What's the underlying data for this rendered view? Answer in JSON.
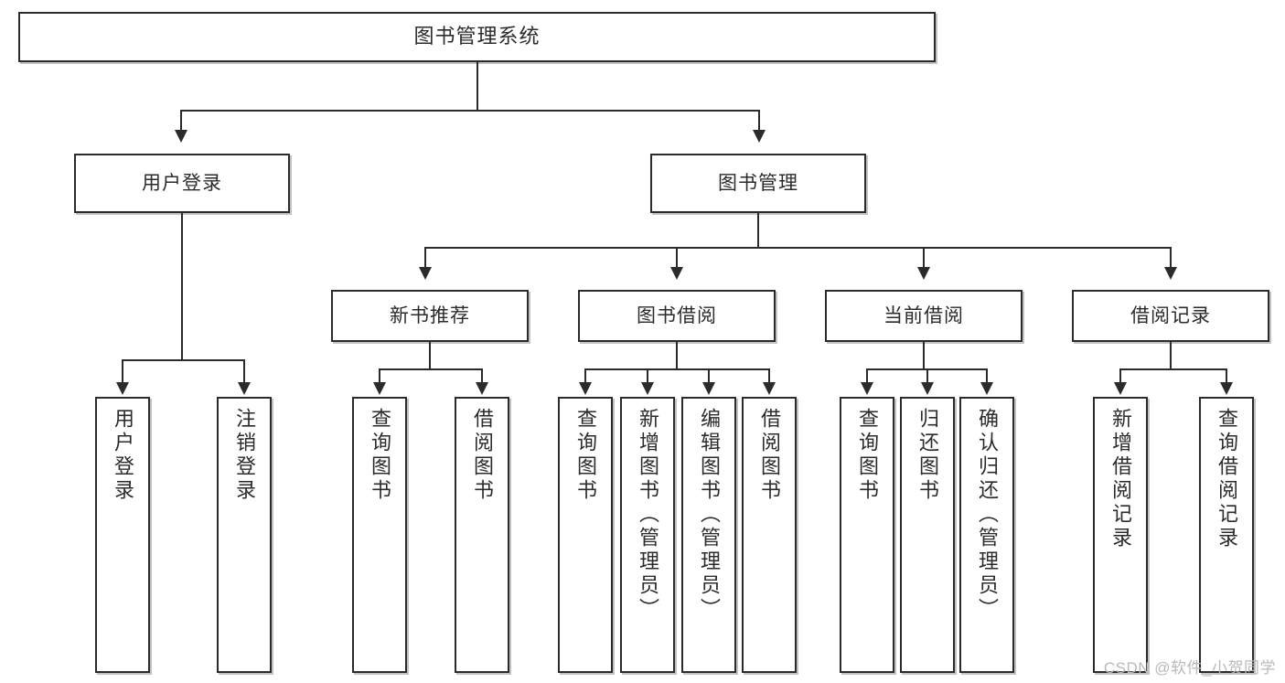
{
  "diagram": {
    "title": "图书管理系统",
    "type": "hierarchy-tree",
    "root": {
      "label": "图书管理系统"
    },
    "level2": [
      {
        "label": "用户登录"
      },
      {
        "label": "图书管理"
      }
    ],
    "level3": [
      {
        "label": "新书推荐"
      },
      {
        "label": "图书借阅"
      },
      {
        "label": "当前借阅"
      },
      {
        "label": "借阅记录"
      }
    ],
    "leaves": {
      "user_login": [
        {
          "label": "用户登录"
        },
        {
          "label": "注销登录"
        }
      ],
      "new_book_recommend": [
        {
          "label": "查询图书"
        },
        {
          "label": "借阅图书"
        }
      ],
      "book_borrow": [
        {
          "label": "查询图书"
        },
        {
          "label": "新增图书（管理员）"
        },
        {
          "label": "编辑图书（管理员）"
        },
        {
          "label": "借阅图书"
        }
      ],
      "current_borrow": [
        {
          "label": "查询图书"
        },
        {
          "label": "归还图书"
        },
        {
          "label": "确认归还（管理员）"
        }
      ],
      "borrow_record": [
        {
          "label": "新增借阅记录"
        },
        {
          "label": "查询借阅记录"
        }
      ]
    }
  },
  "watermark": {
    "text": "CSDN @软件_小贺同学"
  },
  "colors": {
    "stroke": "#2b2b2b",
    "fill": "#ffffff",
    "watermark": "#b9b9b9"
  }
}
